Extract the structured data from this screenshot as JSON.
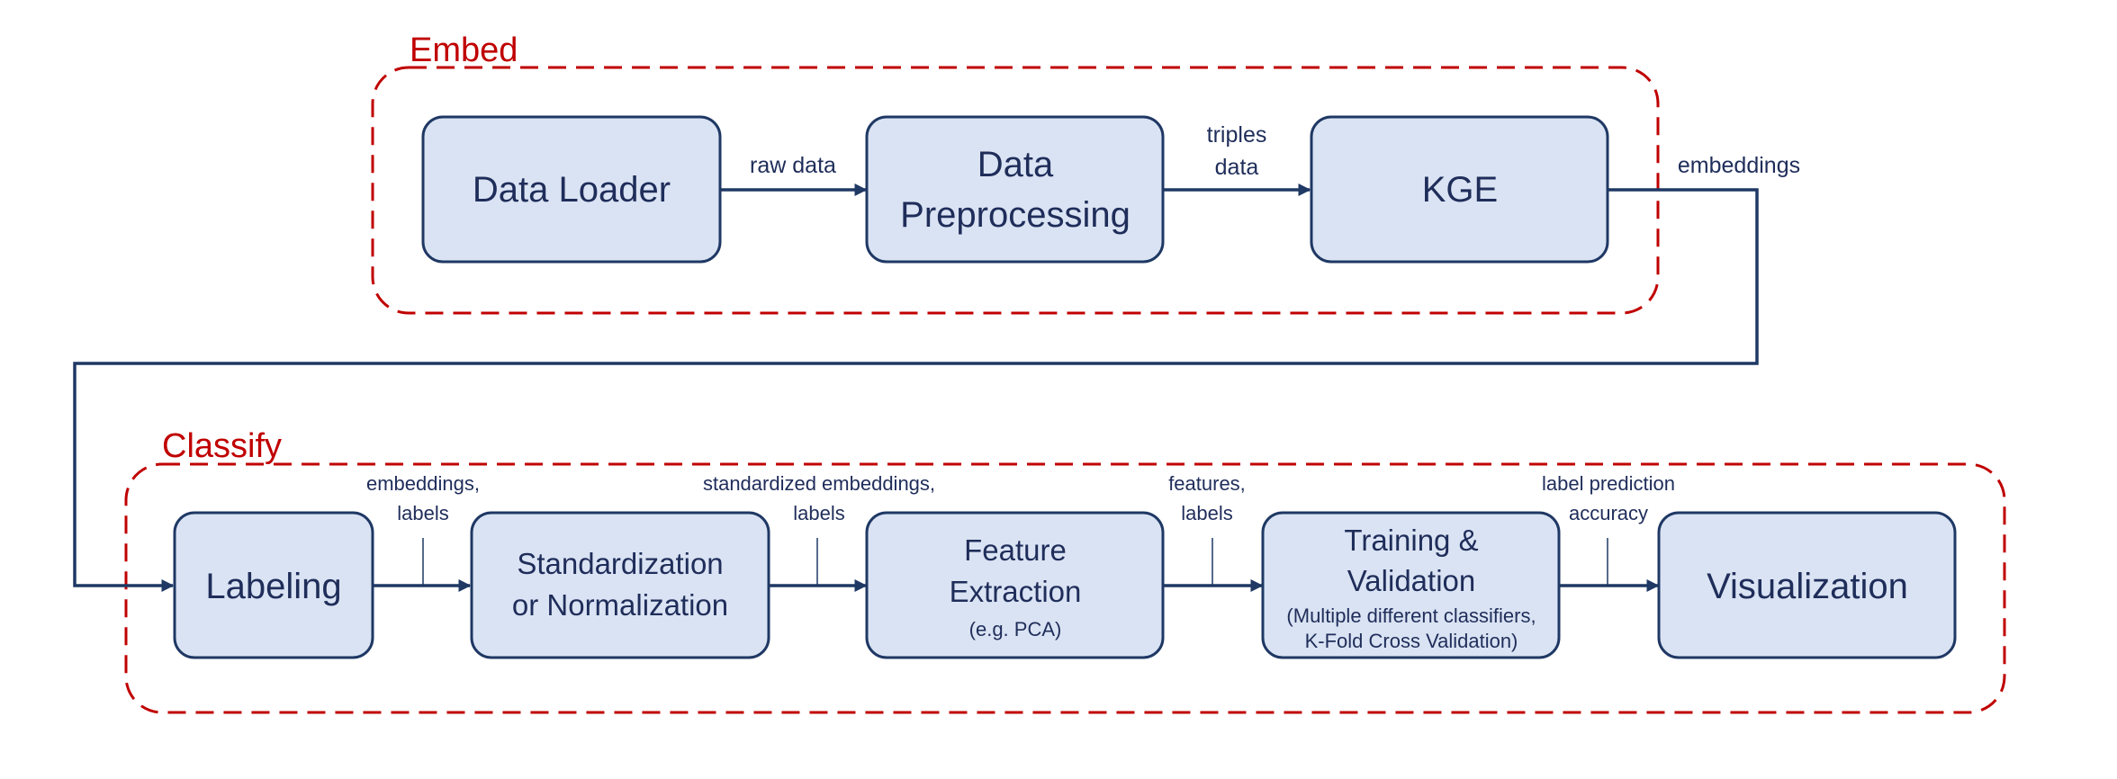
{
  "groups": {
    "embed": "Embed",
    "classify": "Classify"
  },
  "nodes": {
    "data_loader": "Data Loader",
    "data_preprocessing": [
      "Data",
      "Preprocessing"
    ],
    "kge": "KGE",
    "labeling": "Labeling",
    "standardization": [
      "Standardization",
      "or Normalization"
    ],
    "feature_extraction": [
      "Feature",
      "Extraction"
    ],
    "feature_extraction_note": "(e.g. PCA)",
    "training": [
      "Training &",
      "Validation"
    ],
    "training_note": [
      "(Multiple different classifiers,",
      "K-Fold Cross Validation)"
    ],
    "visualization": "Visualization"
  },
  "edges": {
    "raw_data": "raw data",
    "triples_data": [
      "triples",
      "data"
    ],
    "embeddings": "embeddings",
    "embeddings_labels": [
      "embeddings,",
      "labels"
    ],
    "standardized_labels": [
      "standardized embeddings,",
      "labels"
    ],
    "features_labels": [
      "features,",
      "labels"
    ],
    "label_prediction": [
      "label prediction",
      "accuracy"
    ]
  },
  "colors": {
    "box_fill": "#dae3f3",
    "box_stroke": "#1f3864",
    "group_stroke": "#c00000",
    "text": "#1f2d5a"
  }
}
